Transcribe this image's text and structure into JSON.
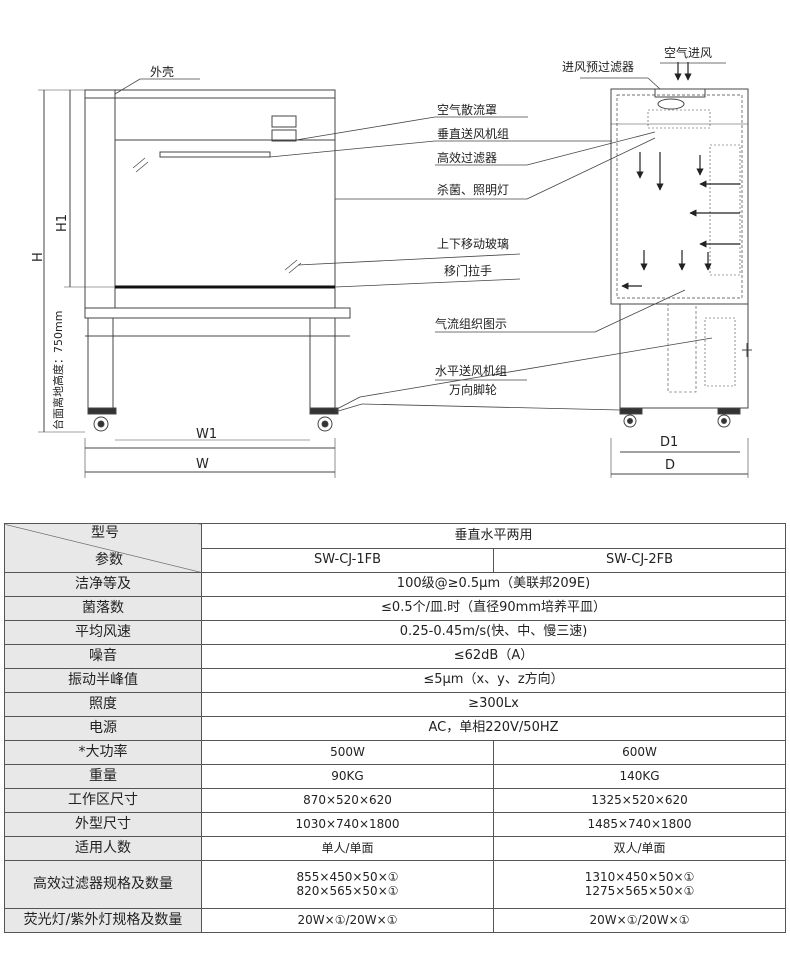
{
  "diagram": {
    "labels": {
      "shell": "外壳",
      "pre_filter": "进风预过滤器",
      "air_intake": "空气进风",
      "diffuser": "空气散流罩",
      "vertical_fan": "垂直送风机组",
      "hepa": "高效过滤器",
      "lamp": "杀菌、照明灯",
      "glass": "上下移动玻璃",
      "handle": "移门拉手",
      "airflow": "气流组织图示",
      "horizontal_fan": "水平送风机组",
      "caster": "万向脚轮",
      "H": "H",
      "H1": "H1",
      "table_height": "台面离地高度：750mm",
      "W1": "W1",
      "W": "W",
      "D1": "D1",
      "D": "D"
    }
  },
  "table": {
    "header": {
      "corner_top": "型号",
      "corner_bottom": "参数",
      "mode": "垂直水平两用",
      "model1": "SW-CJ-1FB",
      "model2": "SW-CJ-2FB"
    },
    "rows": [
      {
        "label": "洁净等及",
        "value": "100级@≥0.5μm（美联邦209E)"
      },
      {
        "label": "菌落数",
        "value": "≤0.5个/皿.时（直径90mm培养平皿）"
      },
      {
        "label": "平均风速",
        "value": "0.25-0.45m/s(快、中、慢三速)"
      },
      {
        "label": "噪音",
        "value": "≤62dB（A）"
      },
      {
        "label": "振动半峰值",
        "value": "≤5μm（x、y、z方向）"
      },
      {
        "label": "照度",
        "value": "≥300Lx"
      },
      {
        "label": "电源",
        "value": "AC，单相220V/50HZ"
      },
      {
        "label": "*大功率",
        "v1": "500W",
        "v2": "600W"
      },
      {
        "label": "重量",
        "v1": "90KG",
        "v2": "140KG"
      },
      {
        "label": "工作区尺寸",
        "v1": "870×520×620",
        "v2": "1325×520×620"
      },
      {
        "label": "外型尺寸",
        "v1": "1030×740×1800",
        "v2": "1485×740×1800"
      },
      {
        "label": "适用人数",
        "v1": "单人/单面",
        "v2": "双人/单面"
      },
      {
        "label": "高效过滤器规格及数量",
        "v1a": "855×450×50×①",
        "v1b": "820×565×50×①",
        "v2a": "1310×450×50×①",
        "v2b": "1275×565×50×①"
      },
      {
        "label": "荧光灯/紫外灯规格及数量",
        "v1": "20W×①/20W×①",
        "v2": "20W×①/20W×①"
      }
    ]
  }
}
